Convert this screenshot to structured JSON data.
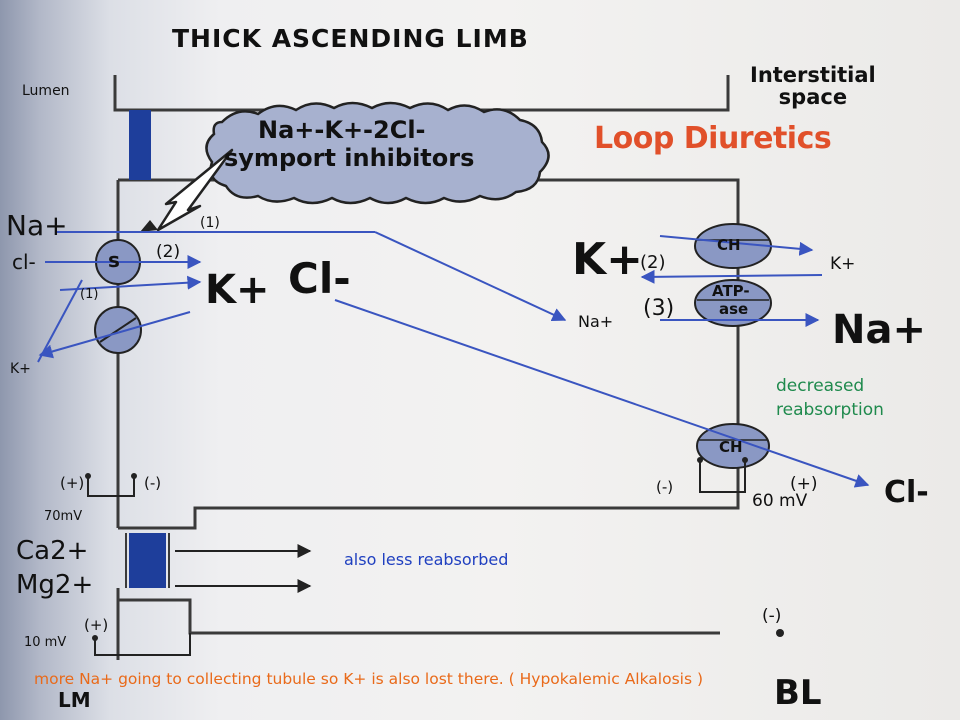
{
  "colors": {
    "accent_title": "#e1502a",
    "note_green": "#1f8a4d",
    "note_blue": "#2040c0",
    "note_orange": "#e96a1a",
    "arrow_blue": "#3a55c0",
    "membrane_blue": "#1e3e9b",
    "cloud_fill": "#a7b1cf"
  },
  "header": {
    "title": "THICK ASCENDING LIMB",
    "lumen": "Lumen",
    "interstitial_line1": "Interstitial",
    "interstitial_line2": "space"
  },
  "slide_title": "Loop Diuretics",
  "inhibitor": {
    "line1": "Na+-K+-2Cl-",
    "line2": "symport inhibitors"
  },
  "apical": {
    "na": "Na+",
    "cl": "cl-",
    "symporter_label": "s",
    "k_out": "K+",
    "path1_top": "(1)",
    "path2": "(2)",
    "path1_bottom": "(1)",
    "cell_k": "K+",
    "cell_cl": "Cl-"
  },
  "basolateral": {
    "channel_top": "CH",
    "atpase_line1": "ATP-",
    "atpase_line2": "ase",
    "channel_bottom": "CH",
    "k_big": "K+",
    "k_small": "K+",
    "step2": "(2)",
    "na_small": "Na+",
    "step3": "(3)",
    "na_big": "Na+",
    "cl_out": "Cl-"
  },
  "voltage": {
    "left_plus": "(+)",
    "left_minus": "(-)",
    "left_value": "70mV",
    "right_minus": "(-)",
    "right_plus": "(+)",
    "right_value": "60 mV",
    "lower_plus": "(+)",
    "lower_value": "10 mV",
    "lower_minus": "(-)"
  },
  "paracellular": {
    "ca": "Ca2+",
    "mg": "Mg2+"
  },
  "footer": {
    "lm": "LM",
    "bl": "BL"
  },
  "annotations": {
    "decreased_line1": "decreased",
    "decreased_line2": "reabsorption",
    "also_less": "also less reabsorbed",
    "bottom_note": "more Na+ going to collecting tubule so K+ is also lost there.  ( Hypokalemic Alkalosis )"
  }
}
